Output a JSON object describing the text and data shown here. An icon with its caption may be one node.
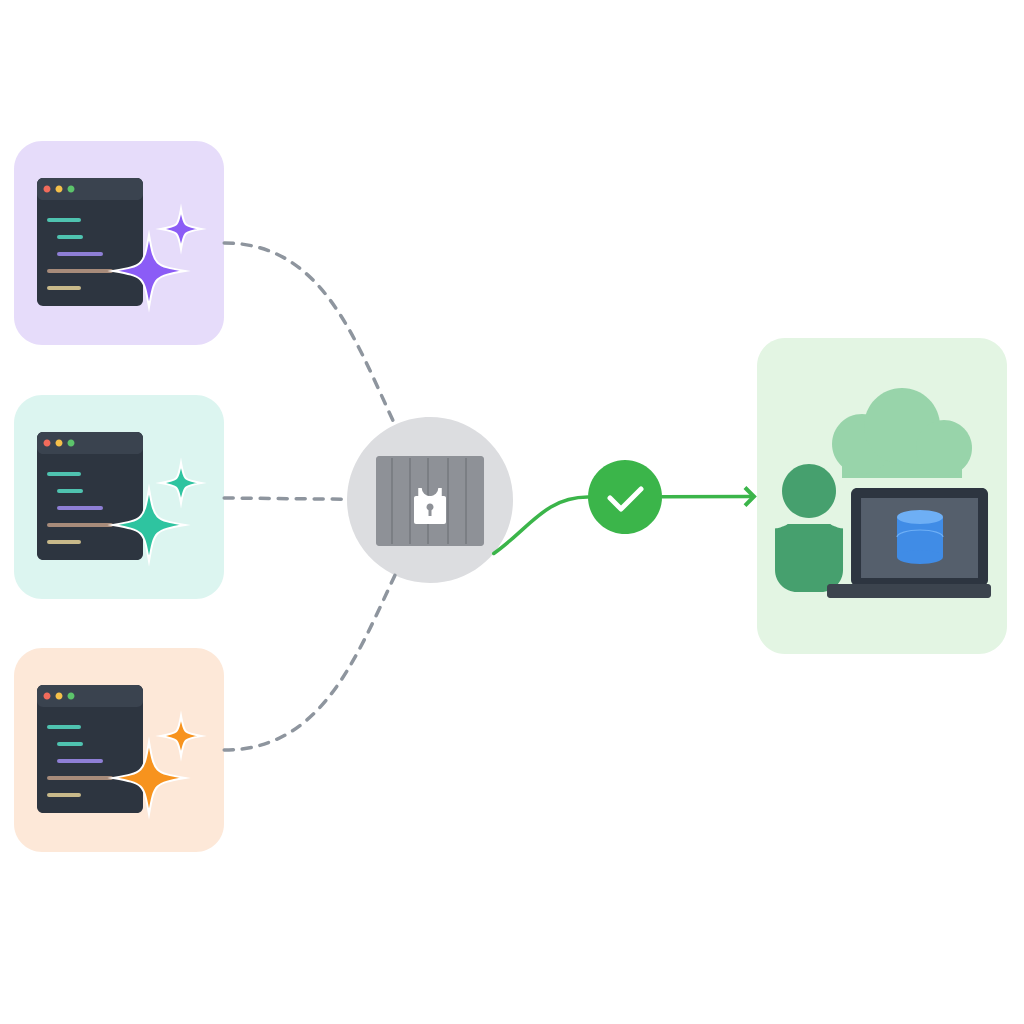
{
  "diagram": {
    "nodes": [
      {
        "text": [],
        "shape": "box"
      },
      {
        "text": [],
        "shape": "box"
      },
      {
        "text": [],
        "shape": "box"
      },
      {
        "text": [],
        "shape": "circle"
      },
      {
        "text": [],
        "shape": "circle"
      },
      {
        "text": [],
        "shape": "box"
      }
    ],
    "edges": [
      {
        "from": 0,
        "to": 3,
        "arrow": "none",
        "style": "dashed"
      },
      {
        "from": 1,
        "to": 3,
        "arrow": "none",
        "style": "dashed"
      },
      {
        "from": 2,
        "to": 3,
        "arrow": "none",
        "style": "dashed"
      },
      {
        "from": 3,
        "to": 4,
        "arrow": "none",
        "color": "#3bb54a"
      },
      {
        "from": 4,
        "to": 5,
        "arrow": "to",
        "color": "#3bb54a"
      }
    ]
  }
}
